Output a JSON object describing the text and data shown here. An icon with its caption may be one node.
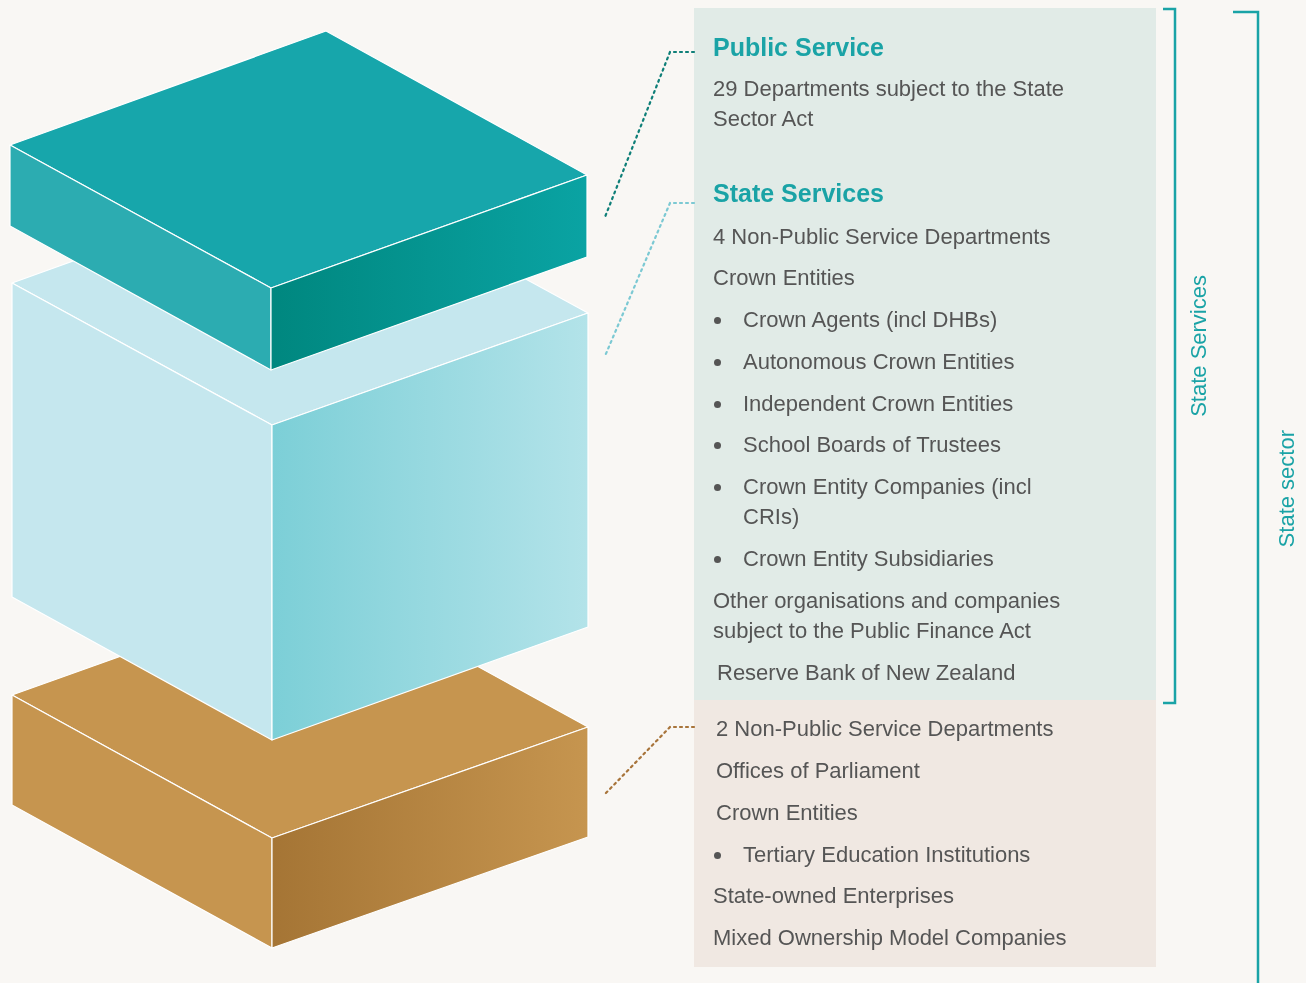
{
  "diagram": {
    "nodes": [
      {
        "text": [
          "Public Service",
          "29 Departments subject to the State Sector Act",
          "State Services",
          "4 Non-Public Service Departments",
          "Crown Entities",
          "Crown Agents (incl DHBs)",
          "Autonomous Crown Entities",
          "Independent Crown Entities",
          "School Boards of Trustees",
          "Crown Entity Companies (incl CRIs)",
          "Crown Entity Subsidiaries",
          "Other organisations and companies subject to the Public Finance Act",
          "Reserve Bank of New Zealand"
        ]
      },
      {
        "text": [
          "2 Non-Public Service Departments",
          "Offices of Parliament",
          "Crown Entities",
          "Tertiary Education Institutions",
          "State-owned Enterprises",
          "Mixed Ownership Model Companies"
        ]
      }
    ],
    "edges": [
      {
        "from": 0,
        "to": null,
        "arrow": "none",
        "style": "dashed",
        "color": "#0f7f78"
      },
      {
        "from": 0,
        "to": null,
        "arrow": "none",
        "style": "dashed",
        "color": "#7cc9d3"
      },
      {
        "from": 1,
        "to": null,
        "arrow": "none",
        "style": "dashed",
        "color": "#a8743a"
      }
    ],
    "labels": [
      "State Services",
      "State sector"
    ]
  }
}
